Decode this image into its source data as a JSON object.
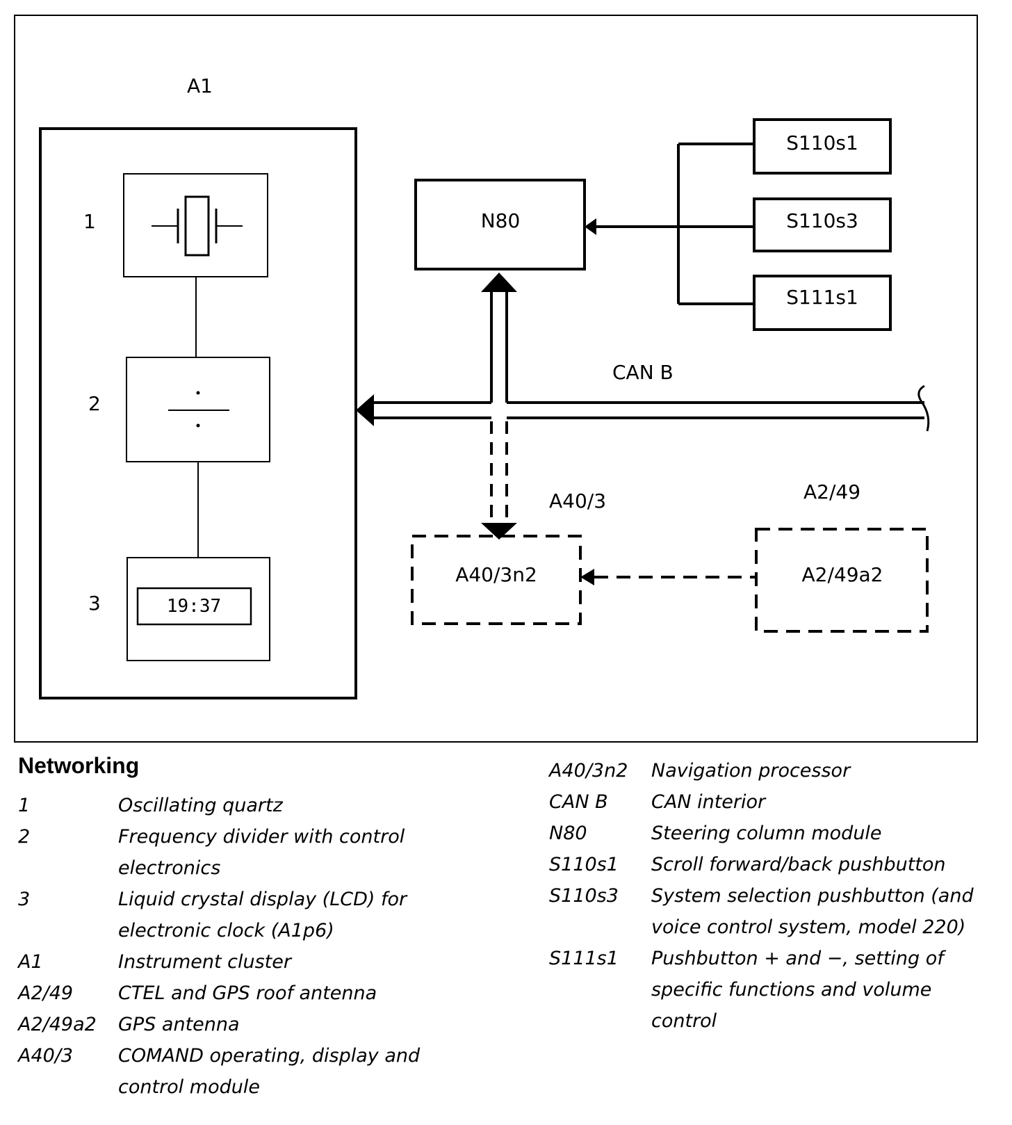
{
  "diagram": {
    "labels": {
      "a1": "A1",
      "n80": "N80",
      "s110s1": "S110s1",
      "s110s3": "S110s3",
      "s111s1": "S111s1",
      "can_b": "CAN B",
      "a40_3": "A40/3",
      "a2_49": "A2/49",
      "a40_3n2": "A40/3n2",
      "a2_49a2": "A2/49a2",
      "item1": "1",
      "item2": "2",
      "item3": "3",
      "lcd_time": "19:37"
    }
  },
  "legend": {
    "title": "Networking",
    "left": [
      {
        "code": "1",
        "desc": "Oscillating quartz"
      },
      {
        "code": "2",
        "desc": "Frequency divider with control electronics"
      },
      {
        "code": "3",
        "desc": "Liquid crystal display (LCD) for electronic clock (A1p6)"
      },
      {
        "code": "A1",
        "desc": "Instrument cluster"
      },
      {
        "code": "A2/49",
        "desc": "CTEL and GPS roof antenna"
      },
      {
        "code": "A2/49a2",
        "desc": "GPS antenna"
      },
      {
        "code": "A40/3",
        "desc": "COMAND operating, display and control module"
      }
    ],
    "right": [
      {
        "code": "A40/3n2",
        "desc": "Navigation processor"
      },
      {
        "code": "CAN B",
        "desc": "CAN interior"
      },
      {
        "code": "N80",
        "desc": "Steering column module"
      },
      {
        "code": "S110s1",
        "desc": "Scroll forward/back pushbutton"
      },
      {
        "code": "S110s3",
        "desc": "System selection pushbutton (and voice control system, model 220)"
      },
      {
        "code": "S111s1",
        "desc": "Pushbutton + and −, setting of specific functions and volume control"
      }
    ]
  }
}
